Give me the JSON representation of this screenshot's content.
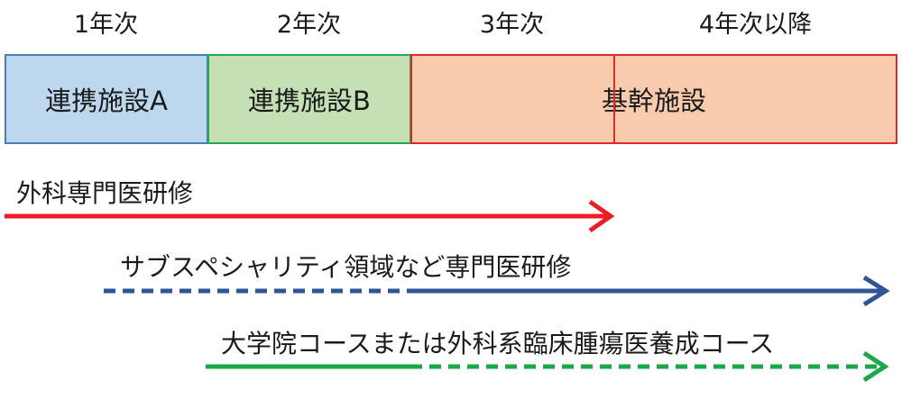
{
  "years": [
    "1年次",
    "2年次",
    "3年次",
    "4年次以降"
  ],
  "stages": [
    {
      "label": "連携施設A",
      "fill": "#bdd7ee",
      "border": "#4a7ebb"
    },
    {
      "label": "連携施設B",
      "fill": "#c5e0b4",
      "border": "#22a85a"
    },
    {
      "label": "基幹施設",
      "fill": "#f8cbad",
      "border": "#e0282e"
    }
  ],
  "tracks": [
    {
      "label": "外科専門医研修",
      "color": "#ee1c25",
      "style": "solid"
    },
    {
      "label": "サブスペシャリティ領域など専門医研修",
      "color": "#2f5597",
      "style": "dashed-then-solid"
    },
    {
      "label": "大学院コースまたは外科系臨床腫瘍医養成コース",
      "color": "#1aa84a",
      "style": "solid-then-dashed"
    }
  ]
}
